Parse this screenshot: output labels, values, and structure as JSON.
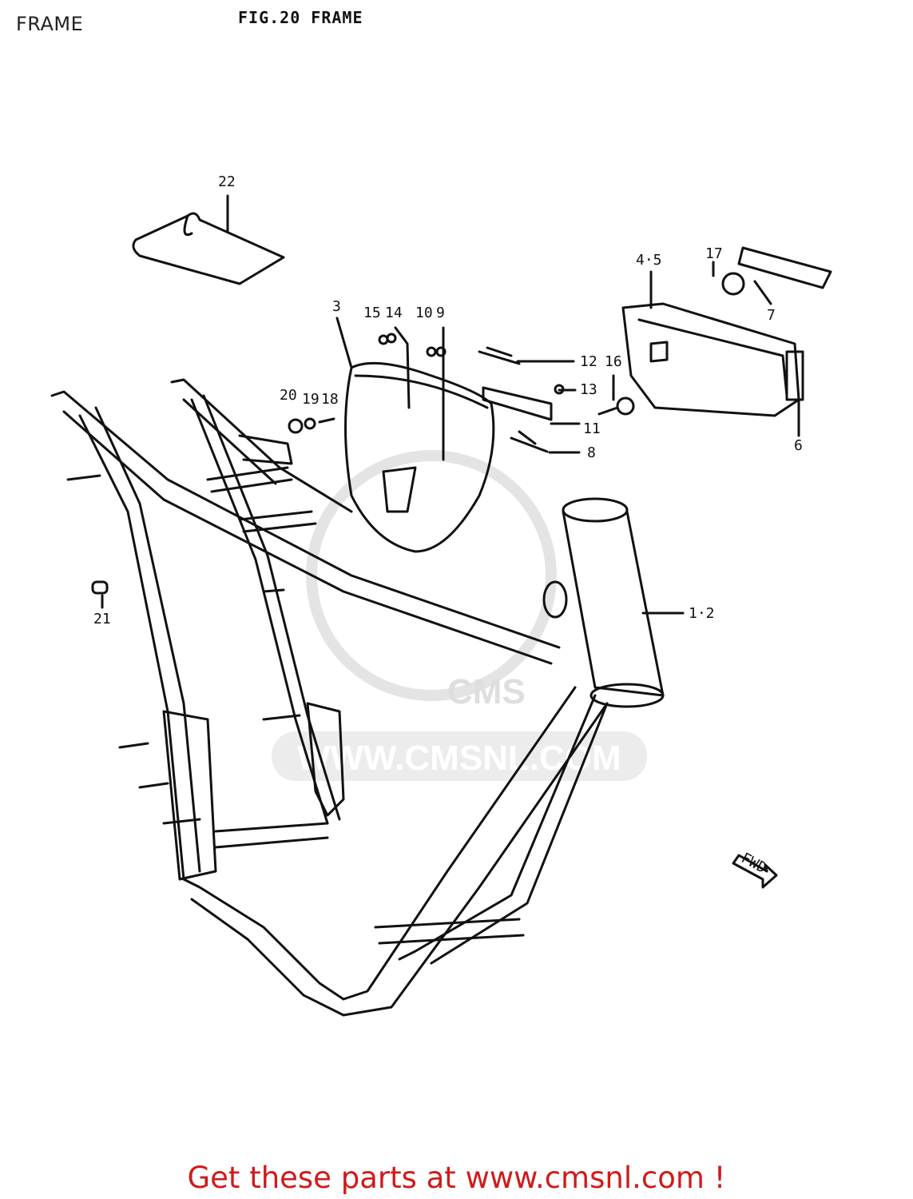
{
  "header": {
    "page_title": "FRAME",
    "figure_title": "FIG.20  FRAME"
  },
  "diagram": {
    "watermark": "WWW.CMSNL.COM",
    "watermark_logo": "CMS",
    "fwd_label": "FWD",
    "callouts": {
      "c22": "22",
      "c45": "4·5",
      "c17": "17",
      "c7": "7",
      "c3": "3",
      "c15": "15",
      "c14": "14",
      "c10": "10",
      "c9": "9",
      "c12": "12",
      "c16": "16",
      "c13": "13",
      "c20": "20",
      "c19": "19",
      "c18": "18",
      "c11": "11",
      "c8": "8",
      "c6": "6",
      "c12b": "1·2",
      "c21": "21"
    }
  },
  "footer": {
    "text": "Get these parts at www.cmsnl.com !"
  },
  "colors": {
    "ink": "#111111",
    "footer_red": "#d11a1a",
    "watermark_grey": "#dedede"
  }
}
